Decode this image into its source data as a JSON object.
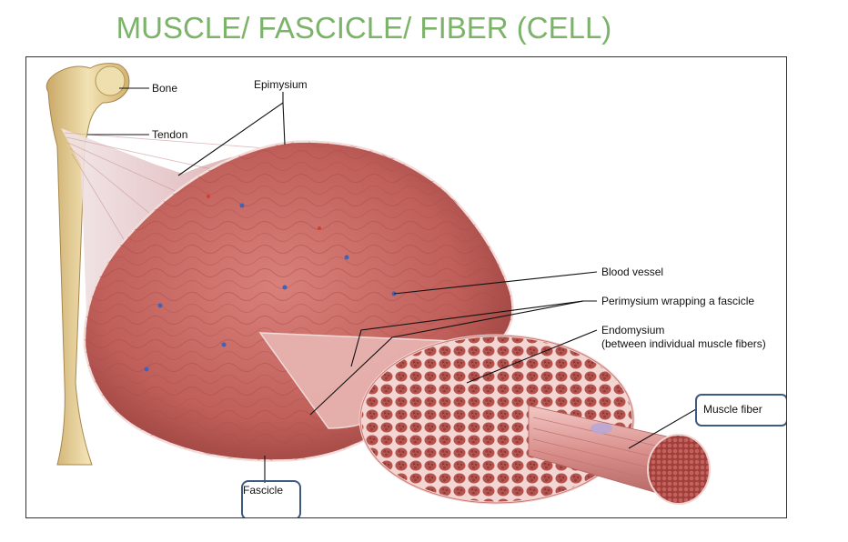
{
  "title": "MUSCLE/ FASCICLE/ FIBER (CELL)",
  "labels": {
    "bone": "Bone",
    "tendon": "Tendon",
    "epimysium": "Epimysium",
    "blood_vessel": "Blood vessel",
    "perimysium": "Perimysium wrapping a fascicle",
    "endomysium_line1": "Endomysium",
    "endomysium_line2": "(between individual muscle fibers)",
    "muscle_fiber": "Muscle fiber",
    "fascicle": "Fascicle"
  },
  "colors": {
    "title": "#7bb369",
    "muscle": "#c9635e",
    "muscle_dark": "#a54a47",
    "bone": "#e8d4a0",
    "tendon": "#e9d9dc",
    "box_outline": "#3d5a80"
  }
}
